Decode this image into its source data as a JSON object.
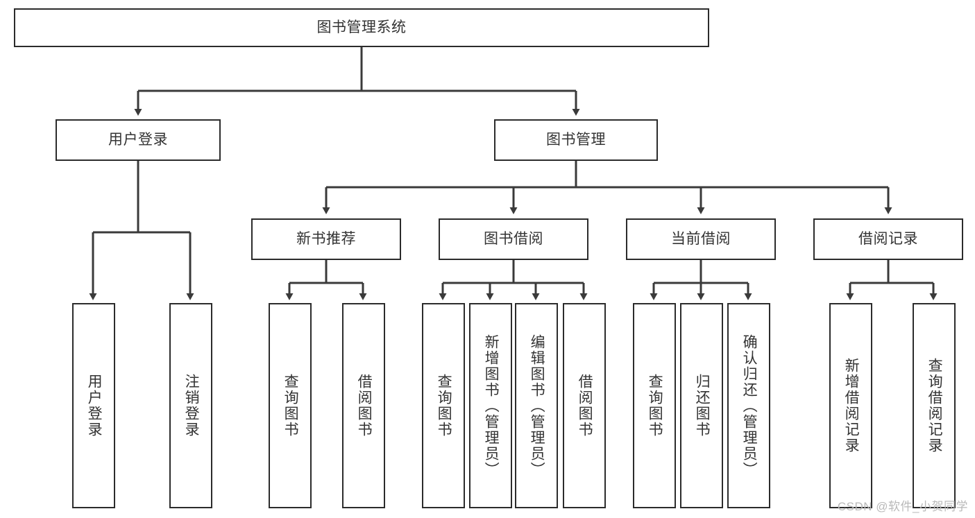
{
  "diagram": {
    "type": "tree-hierarchy",
    "title": "图书管理系统",
    "root": {
      "id": "system-root",
      "label": "图书管理系统"
    },
    "level2": [
      {
        "id": "user-login",
        "label": "用户登录"
      },
      {
        "id": "book-management",
        "label": "图书管理"
      }
    ],
    "level3": [
      {
        "id": "new-book-recommend",
        "label": "新书推荐",
        "parent": "book-management"
      },
      {
        "id": "book-borrow",
        "label": "图书借阅",
        "parent": "book-management"
      },
      {
        "id": "current-borrow",
        "label": "当前借阅",
        "parent": "book-management"
      },
      {
        "id": "borrow-record",
        "label": "借阅记录",
        "parent": "book-management"
      }
    ],
    "leaves": [
      {
        "id": "leaf-user-login",
        "label": "用户登录",
        "parent": "user-login"
      },
      {
        "id": "leaf-logout",
        "label": "注销登录",
        "parent": "user-login"
      },
      {
        "id": "leaf-query-book-1",
        "label": "查询图书",
        "parent": "new-book-recommend"
      },
      {
        "id": "leaf-borrow-book-1",
        "label": "借阅图书",
        "parent": "new-book-recommend"
      },
      {
        "id": "leaf-query-book-2",
        "label": "查询图书",
        "parent": "book-borrow"
      },
      {
        "id": "leaf-add-book",
        "label": "新增图书（管理员）",
        "parent": "book-borrow"
      },
      {
        "id": "leaf-edit-book",
        "label": "编辑图书（管理员）",
        "parent": "book-borrow"
      },
      {
        "id": "leaf-borrow-book-2",
        "label": "借阅图书",
        "parent": "book-borrow"
      },
      {
        "id": "leaf-query-book-3",
        "label": "查询图书",
        "parent": "current-borrow"
      },
      {
        "id": "leaf-return-book",
        "label": "归还图书",
        "parent": "current-borrow"
      },
      {
        "id": "leaf-confirm-return",
        "label": "确认归还（管理员）",
        "parent": "current-borrow"
      },
      {
        "id": "leaf-add-record",
        "label": "新增借阅记录",
        "parent": "borrow-record"
      },
      {
        "id": "leaf-query-record",
        "label": "查询借阅记录",
        "parent": "borrow-record"
      }
    ],
    "colors": {
      "border": "#2b2b2b",
      "text": "#333333",
      "background": "#ffffff",
      "connector": "#3a3a3a",
      "watermark": "#b9b9b9"
    }
  },
  "watermark": {
    "text": "CSDN @软件_小贺同学"
  }
}
